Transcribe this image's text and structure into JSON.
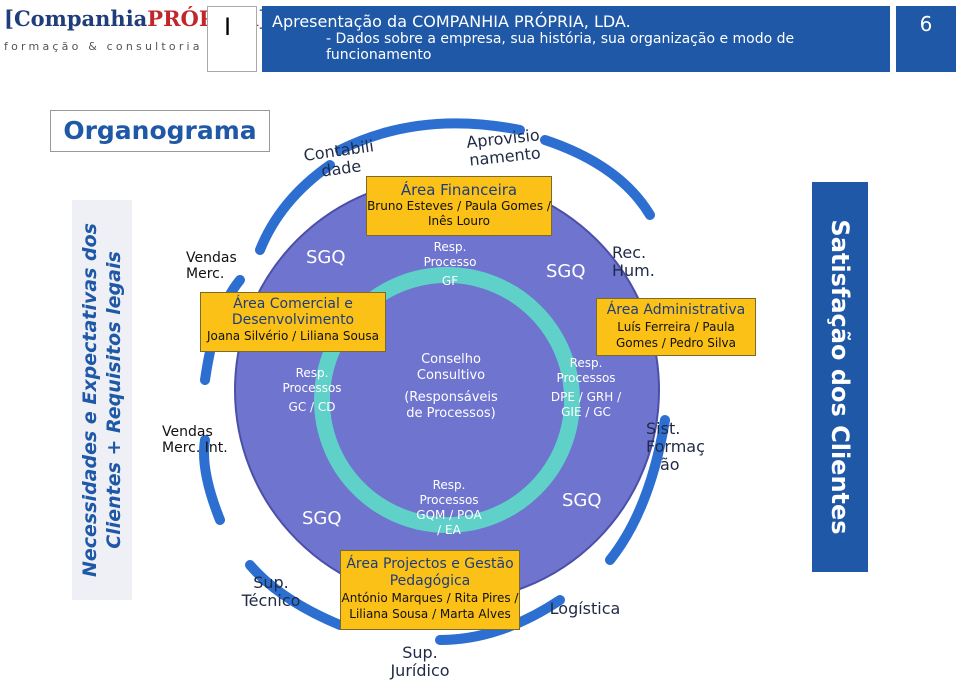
{
  "header": {
    "logo_main_a": "Companhia",
    "logo_main_b": "PRÓPRIA",
    "logo_sub": "formação & consultoria",
    "section_label": "I",
    "title_line1": "Apresentação da COMPANHIA PRÓPRIA, LDA.",
    "title_line2": "- Dados sobre a empresa, sua história, sua organização e modo de",
    "title_line3": "funcionamento",
    "page_number": "6"
  },
  "section_title": "Organograma",
  "left_bar": {
    "line1": "Necessidades e Expectativas dos",
    "line2": "Clientes + Requisitos legais"
  },
  "right_bar": "Satisfação dos Clientes",
  "areas": {
    "financeira": {
      "title": "Área Financeira",
      "names1": "Bruno Esteves / Paula Gomes /",
      "names2": "Inês Louro"
    },
    "comercial": {
      "title1": "Área Comercial e",
      "title2": "Desenvolvimento",
      "names": "Joana Silvério / Liliana Sousa"
    },
    "administrativa": {
      "title": "Área Administrativa",
      "names1": "Luís Ferreira /  Paula",
      "names2": "Gomes / Pedro Silva"
    },
    "projectos": {
      "title1": "Área Projectos e Gestão",
      "title2": "Pedagógica",
      "names1": "António Marques / Rita Pires /",
      "names2": "Liliana Sousa / Marta Alves"
    }
  },
  "inner": {
    "gf": [
      "Resp.",
      "Processo",
      "GF"
    ],
    "gc": [
      "Resp.",
      "Processos",
      "GC / CD"
    ],
    "dpe": [
      "Resp.",
      "Processos",
      "DPE / GRH /",
      "GIE / GC"
    ],
    "gqm": [
      "Resp.",
      "Processos",
      "GQM / POA",
      "/ EA"
    ],
    "conselho": [
      "Conselho",
      "Consultivo",
      "(Responsáveis",
      "de Processos)"
    ],
    "sgq_tl": "SGQ",
    "sgq_tr": "SGQ",
    "sgq_bl": "SGQ",
    "sgq_br": "SGQ"
  },
  "outer_labels": {
    "contabilidade": [
      "Contabili",
      "dade"
    ],
    "aprovisionamento": [
      "Aprovisio",
      "namento"
    ],
    "vendas_merc": [
      "Vendas",
      "Merc."
    ],
    "rec_hum": [
      "Rec.",
      "Hum."
    ],
    "vendas_int": [
      "Vendas",
      "Merc. Int."
    ],
    "sist_formacao": [
      "Sist.",
      "Formaç",
      "ão"
    ],
    "sup_tecnico": [
      "Sup.",
      "Técnico"
    ],
    "logistica": "Logística",
    "sup_juridico": [
      "Sup.",
      "Jurídico"
    ]
  },
  "colors": {
    "blue": "#1f58a6",
    "purple_circle": "#6f74cf",
    "teal_ring": "#5fd1c8",
    "yellow_box": "#fbc117",
    "arrow_blue": "#2c6fd0"
  }
}
